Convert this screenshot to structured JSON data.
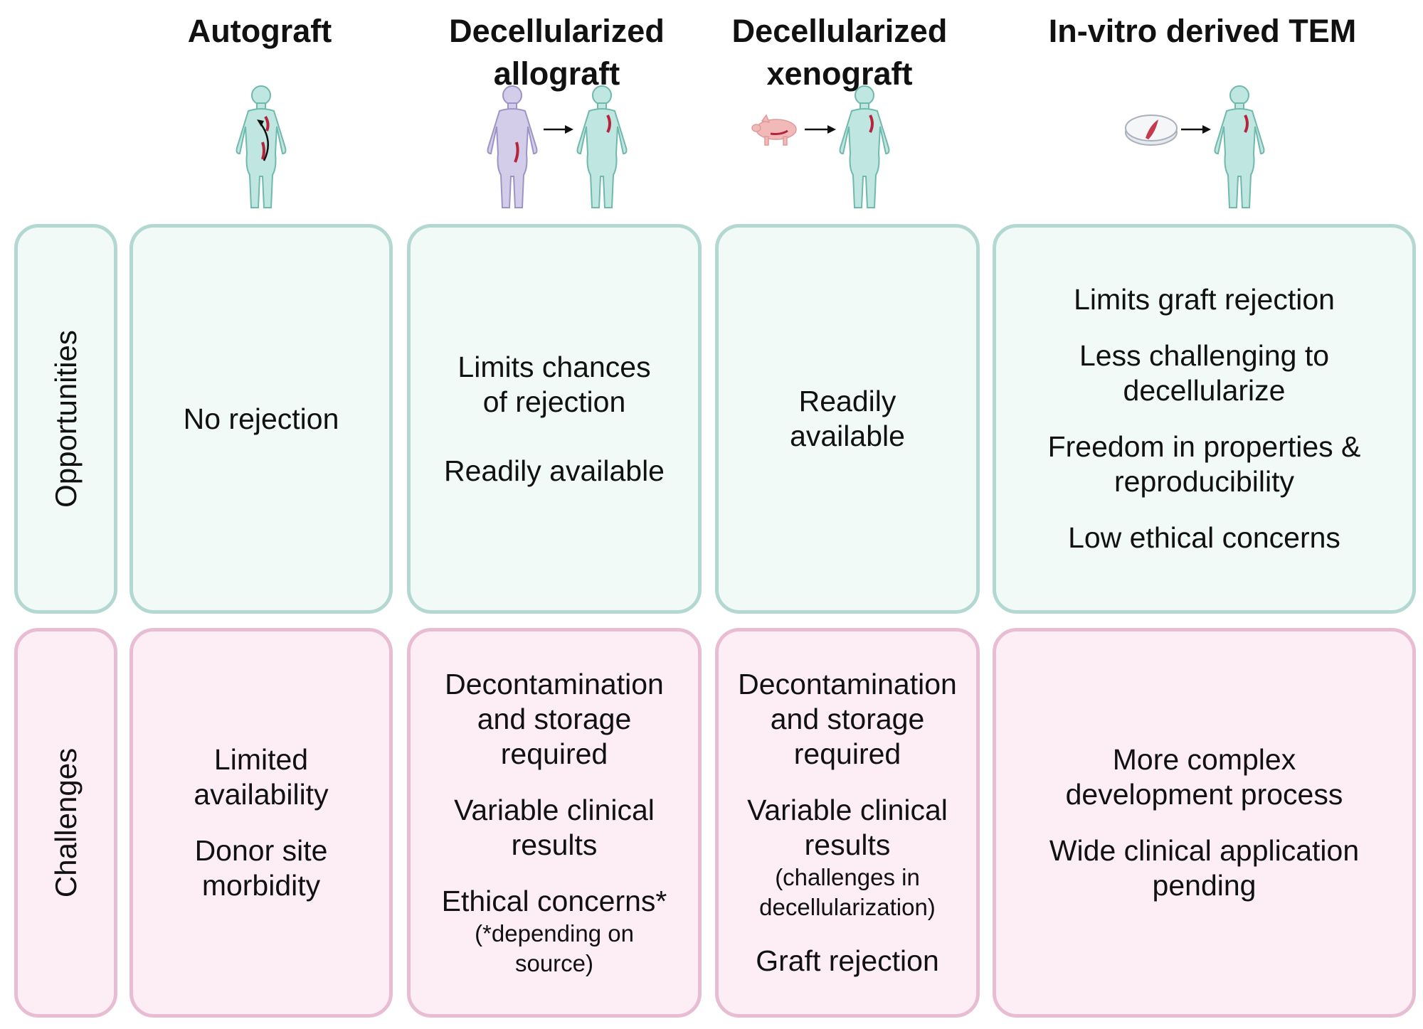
{
  "columns": [
    {
      "title_lines": [
        "Autograft"
      ]
    },
    {
      "title_lines": [
        "Decellularized",
        "allograft"
      ]
    },
    {
      "title_lines": [
        "Decellularized",
        "xenograft"
      ]
    },
    {
      "title_lines": [
        "In-vitro derived TEM"
      ]
    }
  ],
  "rows": {
    "opportunities": {
      "label": "Opportunities",
      "color": "#b3d8d2",
      "fill": "#f2faf8"
    },
    "challenges": {
      "label": "Challenges",
      "color": "#e8bdd3",
      "fill": "#fdeef6"
    }
  },
  "opportunities": {
    "autograft": [
      "No  rejection"
    ],
    "allograft": [
      "Limits chances",
      "of  rejection",
      "Readily available"
    ],
    "xenograft": [
      "Readily",
      "available"
    ],
    "tem": [
      "Limits graft rejection",
      "Less challenging to",
      "decellularize",
      "Freedom in properties &",
      "reproducibility",
      "Low ethical concerns"
    ]
  },
  "challenges": {
    "autograft": [
      "Limited",
      "availability",
      "Donor site",
      "morbidity"
    ],
    "allograft": [
      "Decontamination",
      "and storage",
      "required",
      "Variable clinical",
      "results",
      "Ethical concerns*",
      "(*depending on",
      "source)"
    ],
    "xenograft": [
      "Decontamination",
      "and storage",
      "required",
      "Variable clinical",
      "results",
      "(challenges in",
      "decellularization)",
      "Graft rejection"
    ],
    "tem": [
      "More complex",
      "development process",
      "Wide clinical application",
      "pending"
    ]
  },
  "icons": [
    "human-body-icon",
    "petri-dish-icon",
    "pig-icon",
    "arrow-icon"
  ],
  "colors": {
    "body_fill": "#bfe6e0",
    "body_stroke": "#6fb9ad",
    "donor_fill": "#d4cdea",
    "donor_stroke": "#9d94c6",
    "graft": "#b5243c",
    "pig": "#f2b9b9"
  }
}
